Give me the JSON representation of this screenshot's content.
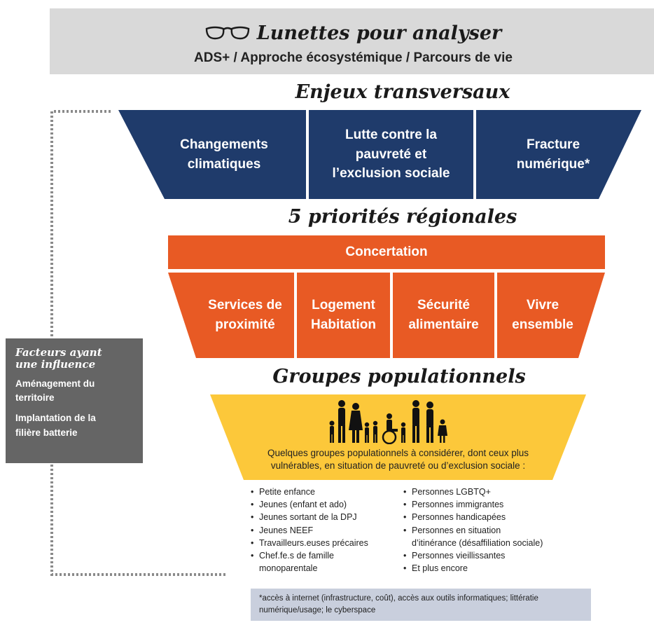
{
  "header": {
    "title": "Lunettes pour analyser",
    "subtitle": "ADS+ / Approche écosystémique / Parcours de vie",
    "icon": "glasses-icon"
  },
  "enjeux": {
    "title": "Enjeux transversaux",
    "items": [
      "Changements\nclimatiques",
      "Lutte contre la\npauvreté et\nl’exclusion sociale",
      "Fracture\nnumérique*"
    ],
    "color": "#1f3b6b"
  },
  "priorites": {
    "title": "5 priorités régionales",
    "top_label": "Concertation",
    "items": [
      "Services de\nproximité",
      "Logement\nHabitation",
      "Sécurité\nalimentaire",
      "Vivre\nensemble"
    ],
    "color": "#e85a24"
  },
  "groupes": {
    "title": "Groupes populationnels",
    "description": "Quelques groupes populationnels à considérer,  dont ceux plus\nvulnérables, en situation de pauvreté ou d’exclusion sociale  :",
    "color": "#fcc83a",
    "icon": "people-silhouettes-icon",
    "list_left": [
      "Petite enfance",
      "Jeunes (enfant et ado)",
      "Jeunes sortant de la DPJ",
      "Jeunes NEEF",
      "Travailleurs.euses précaires",
      "Chef.fe.s de famille\nmonoparentale"
    ],
    "list_right": [
      "Personnes LGBTQ+",
      "Personnes immigrantes",
      "Personnes handicapées",
      "Personnes en situation\nd’itinérance (désaffiliation sociale)",
      "Personnes vieillissantes",
      "Et plus encore"
    ]
  },
  "facteurs": {
    "title": "Facteurs ayant\nune influence",
    "items": [
      "Aménagement du\nterritoire",
      "Implantation de la\nfilière batterie"
    ],
    "color": "#656565"
  },
  "footnote": "*accès à internet (infrastructure, coût), accès aux outils informatiques; littératie numérique/usage; le cyberspace"
}
